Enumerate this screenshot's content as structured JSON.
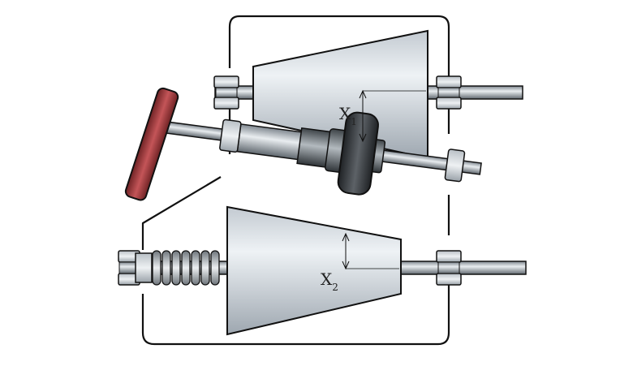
{
  "labels": {
    "x1": {
      "main": "X",
      "sub": "1"
    },
    "x2": {
      "main": "X",
      "sub": "2"
    }
  },
  "colors": {
    "steel_light": "#e2e8ee",
    "steel_mid": "#aeb6bf",
    "steel_dark": "#5d646b",
    "rubber": "#2d3034",
    "handwheel": "#9c3a3c",
    "outline": "#111111"
  }
}
